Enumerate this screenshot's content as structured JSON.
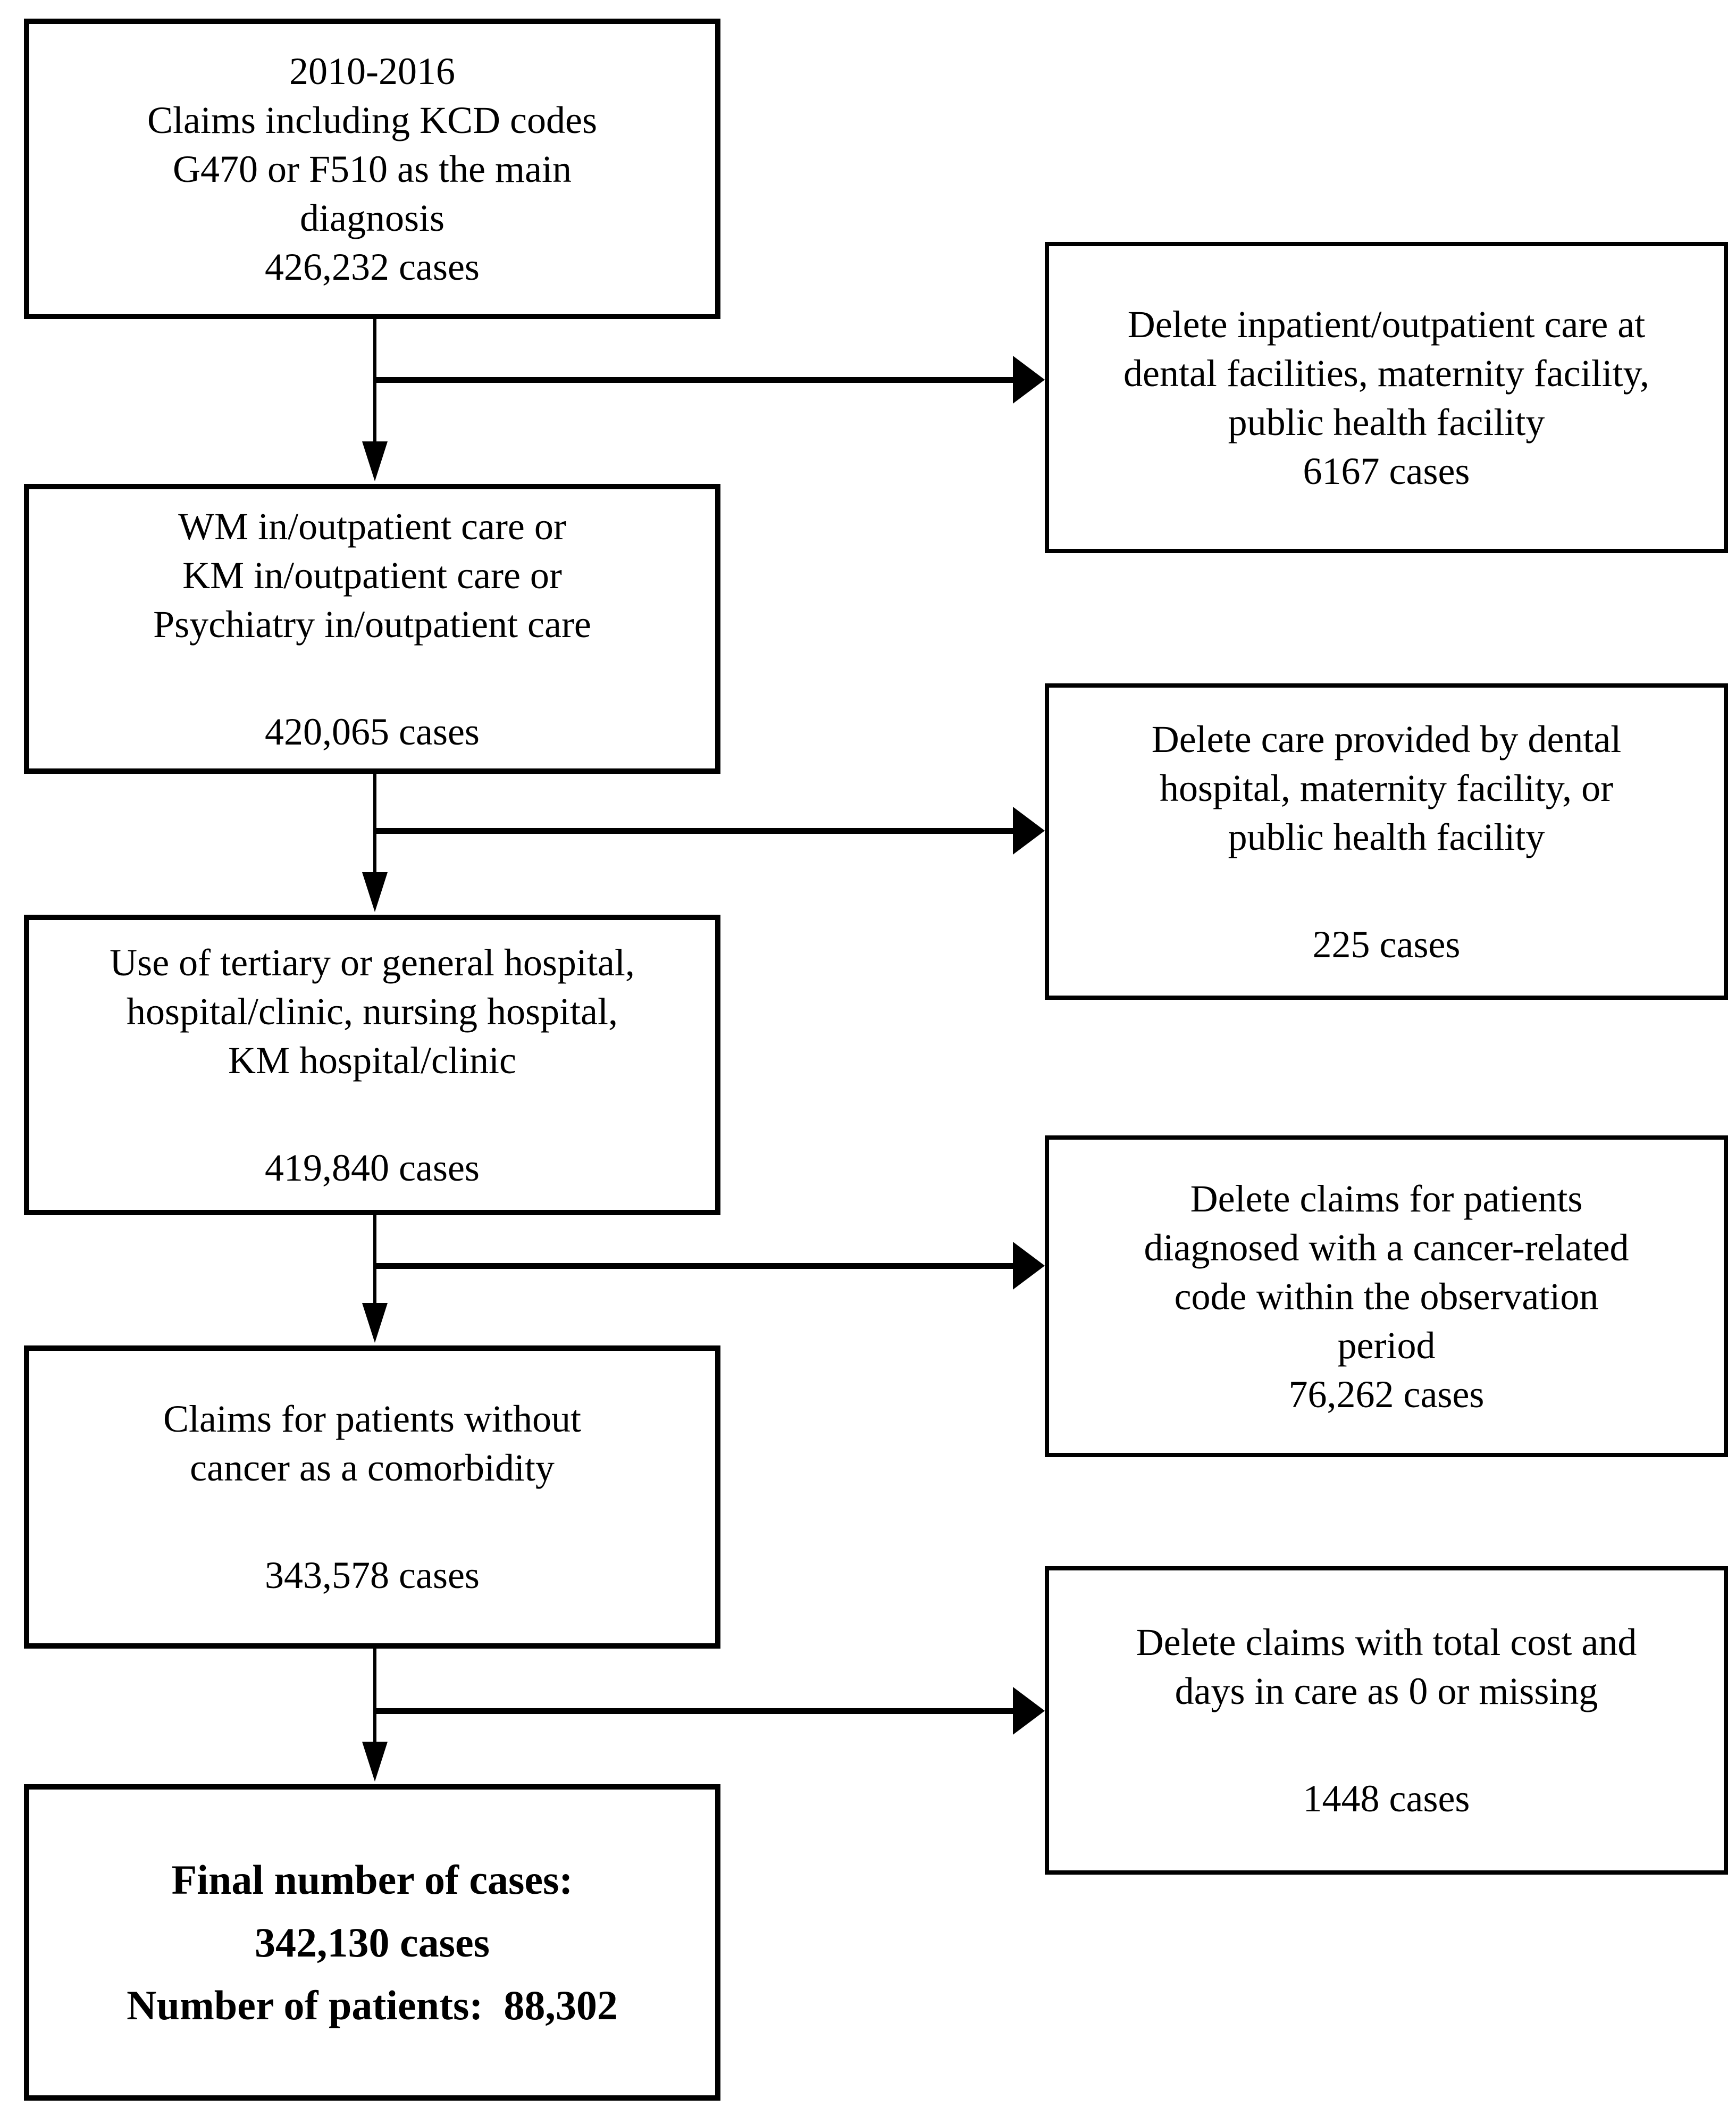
{
  "diagram": {
    "colors": {
      "ink": "#000000",
      "background": "#ffffff"
    },
    "left_boxes": [
      {
        "lines": [
          "2010-2016",
          "Claims including KCD codes",
          "G470 or F510 as the main",
          "diagnosis",
          "426,232 cases"
        ]
      },
      {
        "lines": [
          "WM in/outpatient care or",
          "KM in/outpatient care or",
          "Psychiatry in/outpatient care"
        ],
        "cases": "420,065 cases"
      },
      {
        "lines": [
          "Use of tertiary or general hospital,",
          "hospital/clinic, nursing hospital,",
          "KM hospital/clinic"
        ],
        "cases": "419,840 cases"
      },
      {
        "lines": [
          "Claims for patients without",
          "cancer as a comorbidity"
        ],
        "cases": "343,578 cases"
      },
      {
        "lines": [
          "Final number of cases:",
          "342,130 cases",
          "Number of patients:  88,302"
        ]
      }
    ],
    "right_boxes": [
      {
        "lines": [
          "Delete inpatient/outpatient care at",
          "dental facilities, maternity facility,",
          "public health facility",
          "6167 cases"
        ]
      },
      {
        "lines": [
          "Delete care provided by dental",
          "hospital, maternity facility, or",
          "public health facility"
        ],
        "cases": "225 cases"
      },
      {
        "lines": [
          "Delete claims for patients",
          "diagnosed with a cancer-related",
          "code within the observation",
          "period",
          "76,262 cases"
        ]
      },
      {
        "lines": [
          "Delete claims with total cost and",
          "days in care as 0 or missing"
        ],
        "cases": "1448 cases"
      }
    ]
  }
}
